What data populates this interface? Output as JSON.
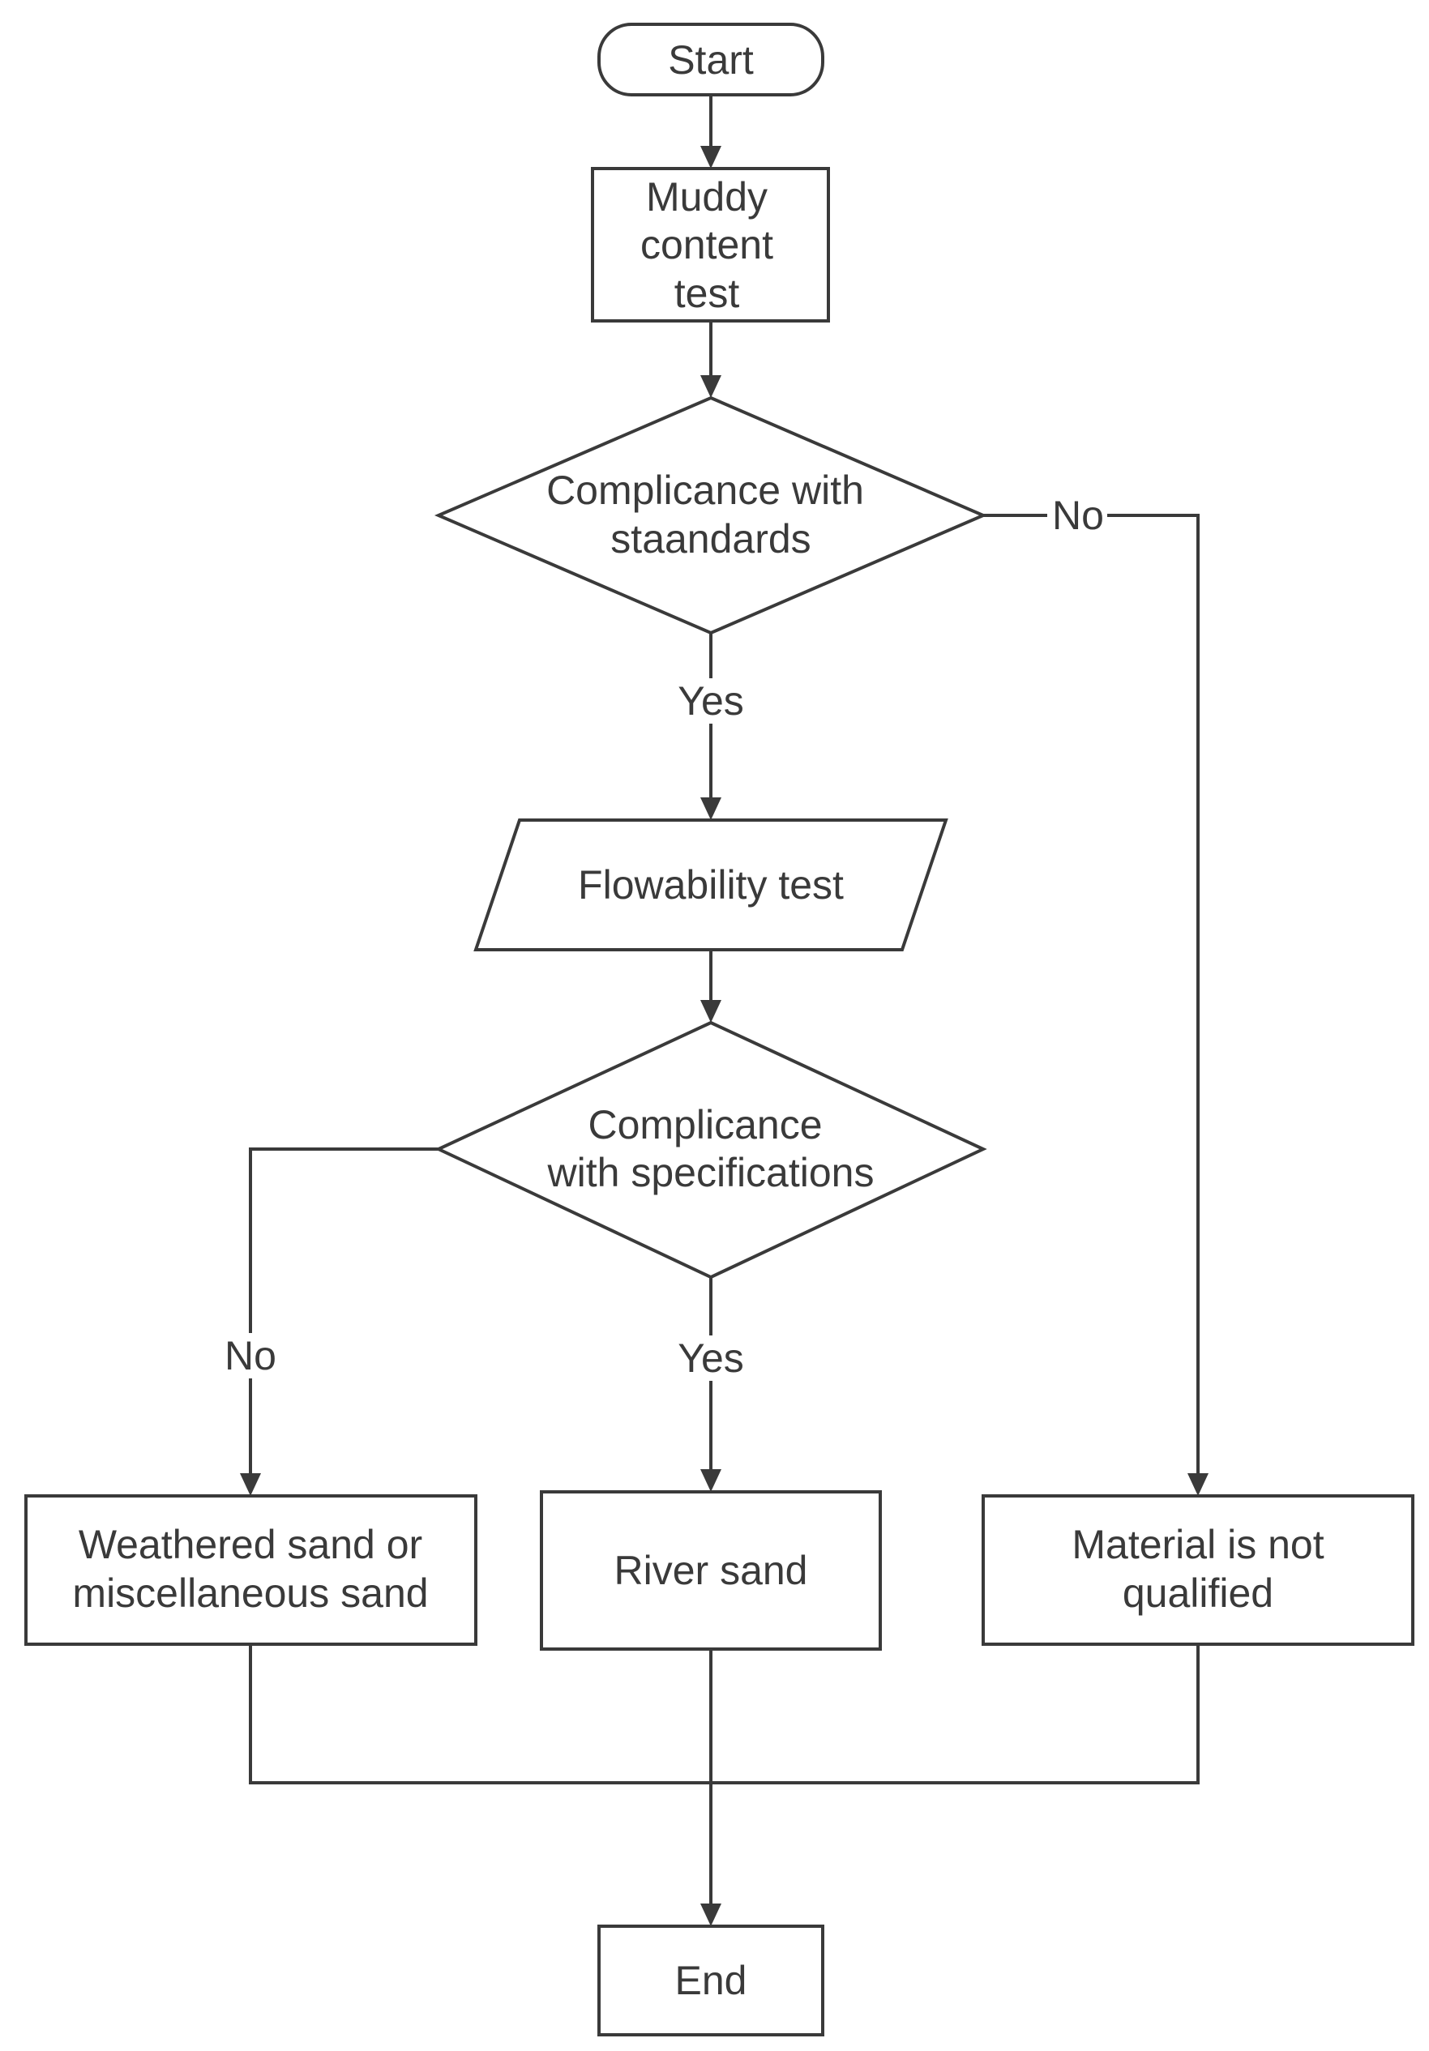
{
  "nodes": {
    "start": "Start",
    "muddy": [
      "Muddy",
      "content",
      "test"
    ],
    "decision1": [
      "Complicance with",
      "staandards"
    ],
    "flowability": "Flowability test",
    "decision2": [
      "Complicance",
      "with specifications"
    ],
    "weathered": [
      "Weathered sand or",
      "miscellaneous sand"
    ],
    "river": "River sand",
    "not_qualified": [
      "Material is not",
      "qualified"
    ],
    "end": "End"
  },
  "edge_labels": {
    "d1_no": "No",
    "d1_yes": "Yes",
    "d2_no": "No",
    "d2_yes": "Yes"
  },
  "colors": {
    "stroke": "#3a3a3a",
    "background": "#ffffff"
  }
}
